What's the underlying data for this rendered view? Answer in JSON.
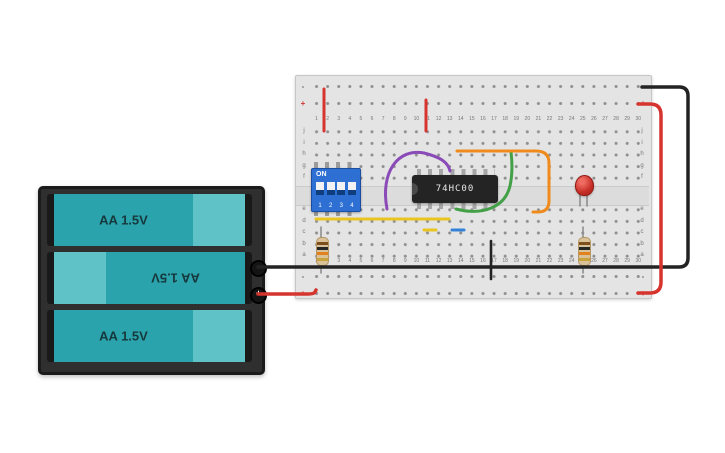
{
  "window": {
    "background": "#ffffff"
  },
  "breadboard": {
    "body_color": "#e4e4e4",
    "plus_label": "+",
    "minus_label": "-",
    "column_numbers": [
      "1",
      "2",
      "3",
      "4",
      "5",
      "6",
      "7",
      "8",
      "9",
      "10",
      "11",
      "12",
      "13",
      "14",
      "15",
      "16",
      "17",
      "18",
      "19",
      "20",
      "21",
      "22",
      "23",
      "24",
      "25",
      "26",
      "27",
      "28",
      "29",
      "30"
    ],
    "row_letters_top": [
      "j",
      "i",
      "h",
      "g",
      "f"
    ],
    "row_letters_bottom": [
      "e",
      "d",
      "c",
      "b",
      "a"
    ]
  },
  "battery_pack": {
    "batteries": [
      "AA 1.5V",
      "AA 1.5V",
      "AA 1.5V"
    ],
    "plus_terminal_label": "+",
    "case_color": "#2f2f2f",
    "cell_color": "#2aa3ac",
    "cell_end_color": "#5ec2c6"
  },
  "ic": {
    "label": "74HC00",
    "body_color": "#242424"
  },
  "dip_switch": {
    "on_label": "ON",
    "switch_numbers": [
      "1",
      "2",
      "3",
      "4"
    ],
    "body_color": "#2d6fd2"
  },
  "led": {
    "color": "#c62f28"
  },
  "resistors": {
    "body_color": "#d9c29a",
    "bands": [
      "brown",
      "black",
      "orange",
      "gold"
    ]
  },
  "wires": {
    "red": "#d6342e",
    "black": "#232323",
    "yellow": "#e8c51f",
    "purple": "#8a4bb8",
    "green": "#43a047",
    "orange": "#ef8b1d",
    "blue": "#3283d8",
    "lead_gray": "#8f8f8f"
  }
}
